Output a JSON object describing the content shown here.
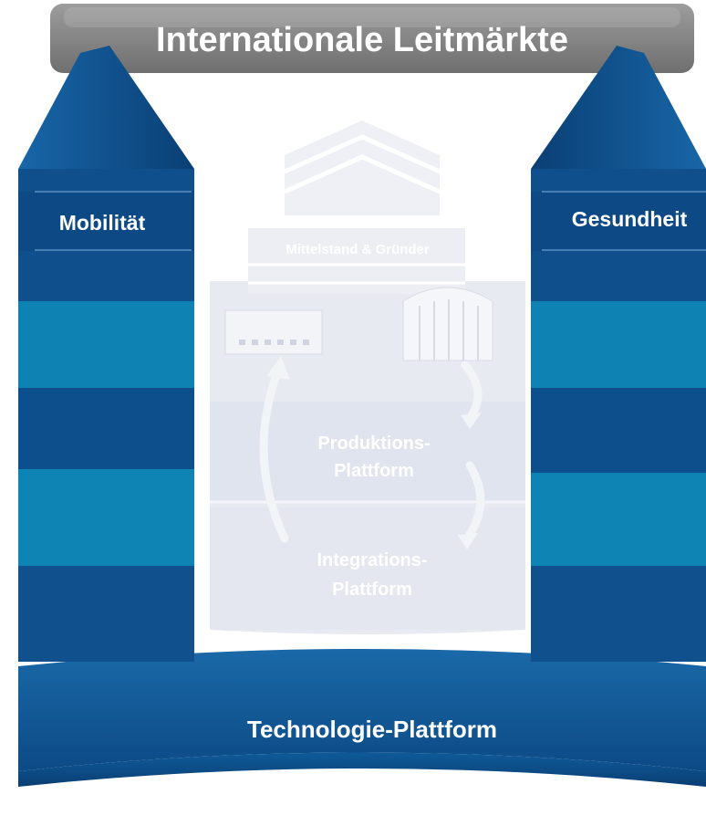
{
  "header": {
    "title": "Internationale Leitmärkte"
  },
  "pillars": {
    "left": {
      "label": "Mobilität"
    },
    "right": {
      "label": "Gesundheit"
    }
  },
  "center": {
    "building_label": "Mittelstand & Gründer",
    "production_line1": "Produktions-",
    "production_line2": "Plattform",
    "integration_line1": "Integrations-",
    "integration_line2": "Plattform"
  },
  "base": {
    "label": "Technologie-Plattform"
  },
  "colors": {
    "title_bar": "#8a8a8a",
    "pillar_dark": "#0f4f8c",
    "pillar_light": "#0e84b5",
    "base": "#115a97",
    "center_ghost": "#e2e5ef"
  }
}
